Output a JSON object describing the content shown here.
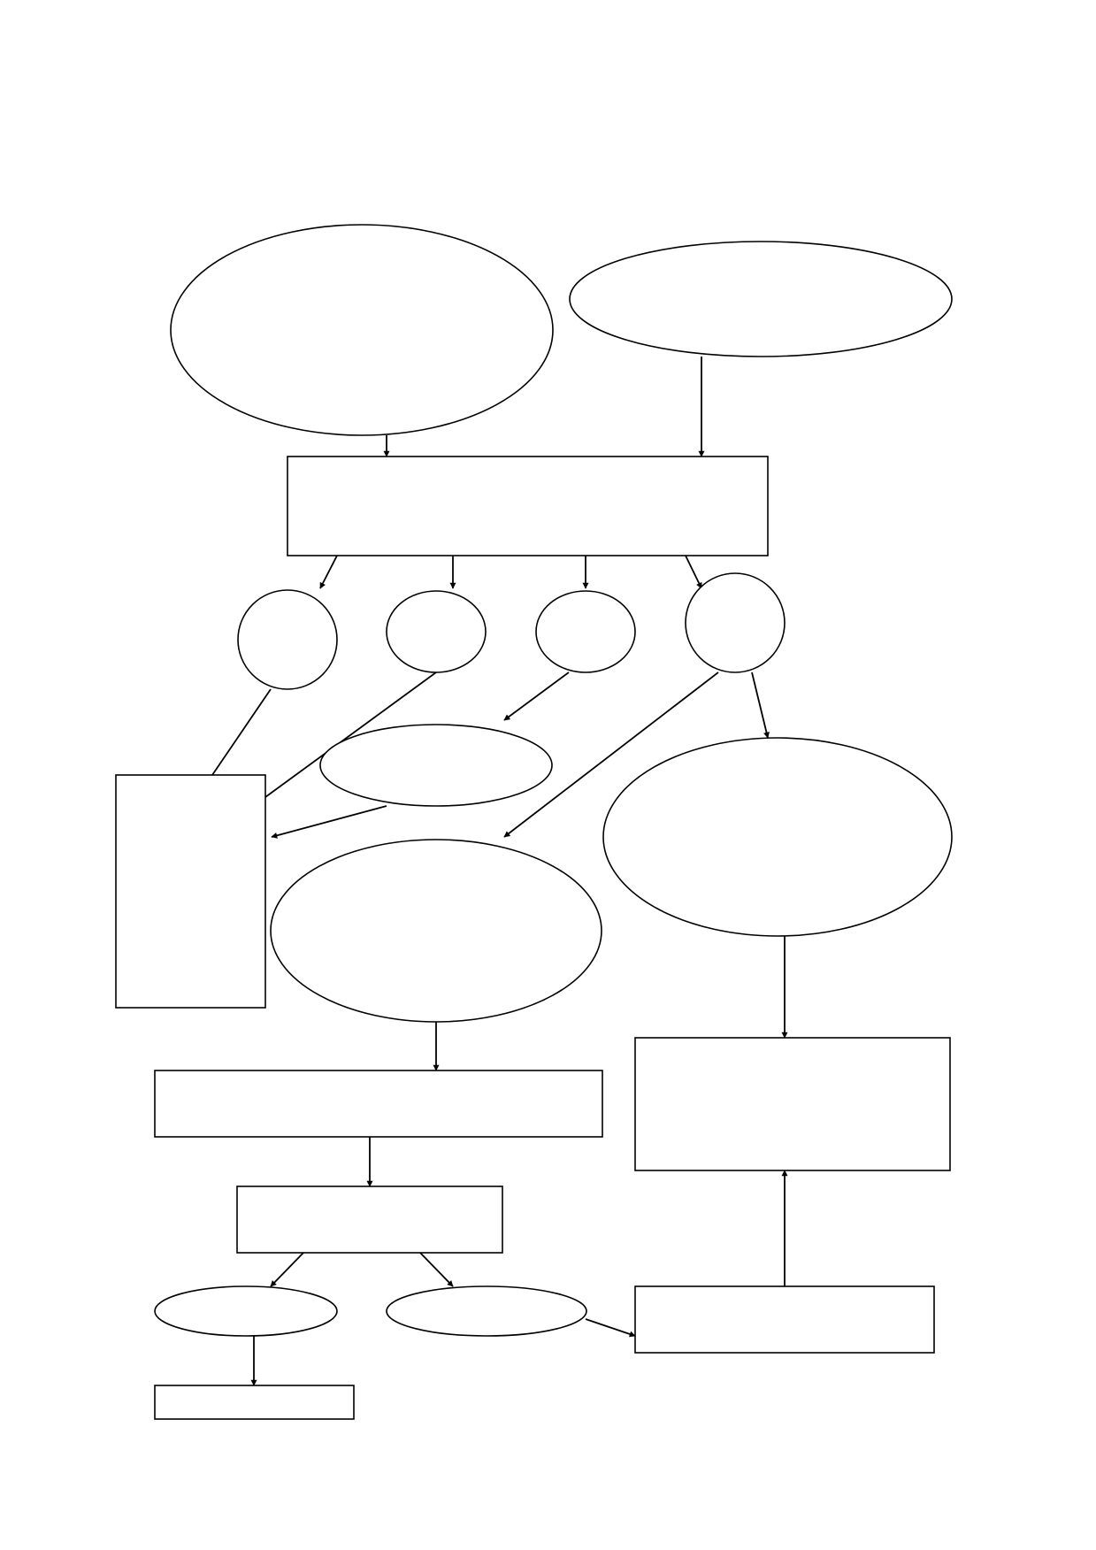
{
  "diagram": {
    "type": "flowchart",
    "text_labels": "none",
    "colors": {
      "background": "#ffffff",
      "stroke": "#000000"
    },
    "nodes": [
      {
        "id": "n1",
        "shape": "ellipse"
      },
      {
        "id": "n2",
        "shape": "ellipse"
      },
      {
        "id": "n3",
        "shape": "rectangle"
      },
      {
        "id": "n4",
        "shape": "circle"
      },
      {
        "id": "n5",
        "shape": "circle"
      },
      {
        "id": "n6",
        "shape": "circle"
      },
      {
        "id": "n7",
        "shape": "circle"
      },
      {
        "id": "n8",
        "shape": "ellipse"
      },
      {
        "id": "n9",
        "shape": "rectangle"
      },
      {
        "id": "n10",
        "shape": "ellipse"
      },
      {
        "id": "n11",
        "shape": "ellipse"
      },
      {
        "id": "n12",
        "shape": "rectangle"
      },
      {
        "id": "n13",
        "shape": "rectangle"
      },
      {
        "id": "n14",
        "shape": "rectangle"
      },
      {
        "id": "n15",
        "shape": "ellipse"
      },
      {
        "id": "n16",
        "shape": "ellipse"
      },
      {
        "id": "n17",
        "shape": "rectangle"
      },
      {
        "id": "n18",
        "shape": "rectangle"
      }
    ],
    "edges": [
      {
        "from": "n1",
        "to": "n3",
        "arrow": true
      },
      {
        "from": "n2",
        "to": "n3",
        "arrow": true
      },
      {
        "from": "n3",
        "to": "n4",
        "arrow": true
      },
      {
        "from": "n3",
        "to": "n5",
        "arrow": true
      },
      {
        "from": "n3",
        "to": "n6",
        "arrow": true
      },
      {
        "from": "n3",
        "to": "n7",
        "arrow": true
      },
      {
        "from": "n4",
        "to": "n9",
        "arrow": false
      },
      {
        "from": "n5",
        "to": "n9",
        "arrow": false
      },
      {
        "from": "n6",
        "to": "n8",
        "arrow": true
      },
      {
        "from": "n8",
        "to": "n9",
        "arrow": true
      },
      {
        "from": "n7",
        "to": "n10",
        "arrow": true
      },
      {
        "from": "n7",
        "to": "n11",
        "arrow": true
      },
      {
        "from": "n10",
        "to": "n12",
        "arrow": true
      },
      {
        "from": "n11",
        "to": "n13",
        "arrow": true
      },
      {
        "from": "n12",
        "to": "n14",
        "arrow": true
      },
      {
        "from": "n14",
        "to": "n15",
        "arrow": true
      },
      {
        "from": "n14",
        "to": "n16",
        "arrow": true
      },
      {
        "from": "n15",
        "to": "n17",
        "arrow": true
      },
      {
        "from": "n16",
        "to": "n18",
        "arrow": true
      },
      {
        "from": "n18",
        "to": "n13",
        "arrow": true
      }
    ]
  }
}
